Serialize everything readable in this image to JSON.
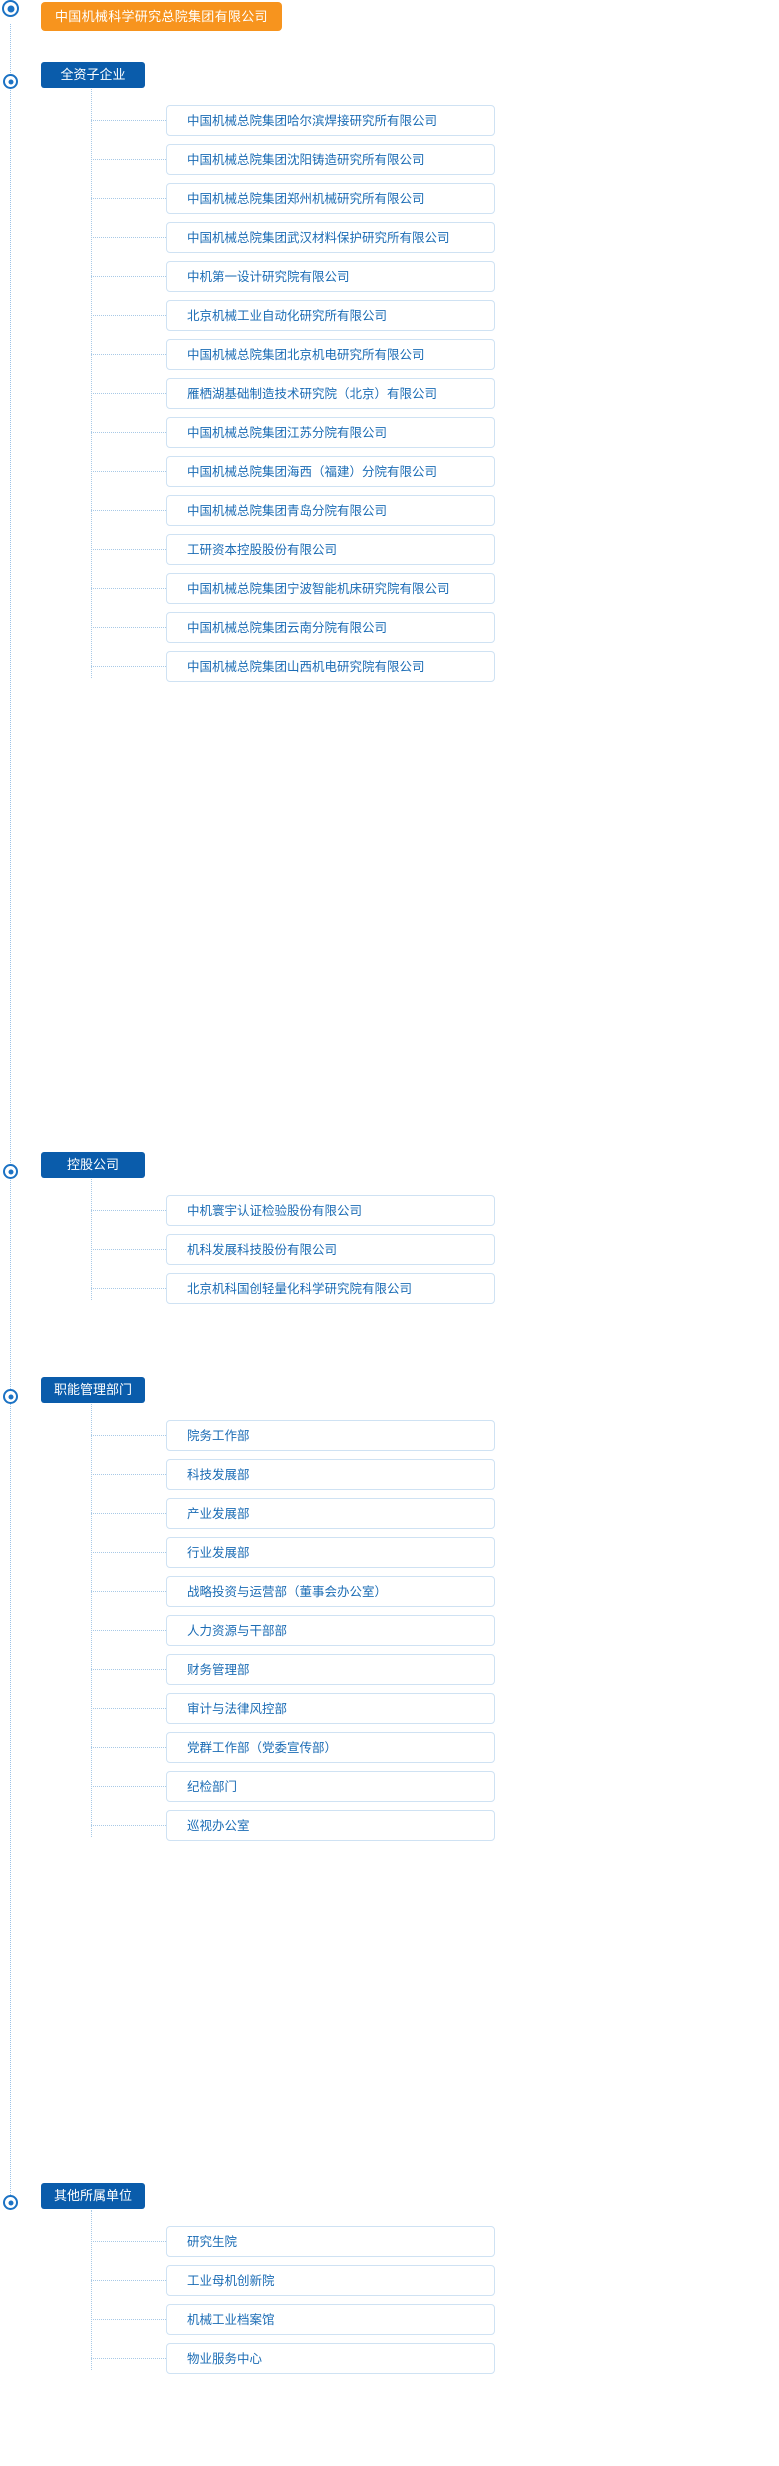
{
  "root": {
    "label": "中国机械科学研究总院集团有限公司",
    "icon": "radio-dot-icon",
    "color": "#f7941e"
  },
  "theme": {
    "section_color": "#0a5cab",
    "card_text_color": "#1b6cb5",
    "card_border_color": "#cfe2f3",
    "line_color": "#a8c9e6"
  },
  "sections": [
    {
      "label": "全资子企业",
      "icon": "radio-dot-icon",
      "items": [
        "中国机械总院集团哈尔滨焊接研究所有限公司",
        "中国机械总院集团沈阳铸造研究所有限公司",
        "中国机械总院集团郑州机械研究所有限公司",
        "中国机械总院集团武汉材料保护研究所有限公司",
        "中机第一设计研究院有限公司",
        "北京机械工业自动化研究所有限公司",
        "中国机械总院集团北京机电研究所有限公司",
        "雁栖湖基础制造技术研究院（北京）有限公司",
        "中国机械总院集团江苏分院有限公司",
        "中国机械总院集团海西（福建）分院有限公司",
        "中国机械总院集团青岛分院有限公司",
        "工研资本控股股份有限公司",
        "中国机械总院集团宁波智能机床研究院有限公司",
        "中国机械总院集团云南分院有限公司",
        "中国机械总院集团山西机电研究院有限公司"
      ]
    },
    {
      "label": "控股公司",
      "icon": "radio-dot-icon",
      "items": [
        "中机寰宇认证检验股份有限公司",
        "机科发展科技股份有限公司",
        "北京机科国创轻量化科学研究院有限公司"
      ]
    },
    {
      "label": "职能管理部门",
      "icon": "radio-dot-icon",
      "items": [
        "院务工作部",
        "科技发展部",
        "产业发展部",
        "行业发展部",
        "战略投资与运营部（董事会办公室）",
        "人力资源与干部部",
        "财务管理部",
        "审计与法律风控部",
        "党群工作部（党委宣传部）",
        "纪检部门",
        "巡视办公室"
      ]
    },
    {
      "label": "其他所属单位",
      "icon": "radio-dot-icon",
      "items": [
        "研究生院",
        "工业母机创新院",
        "机械工业档案馆",
        "物业服务中心"
      ]
    }
  ]
}
